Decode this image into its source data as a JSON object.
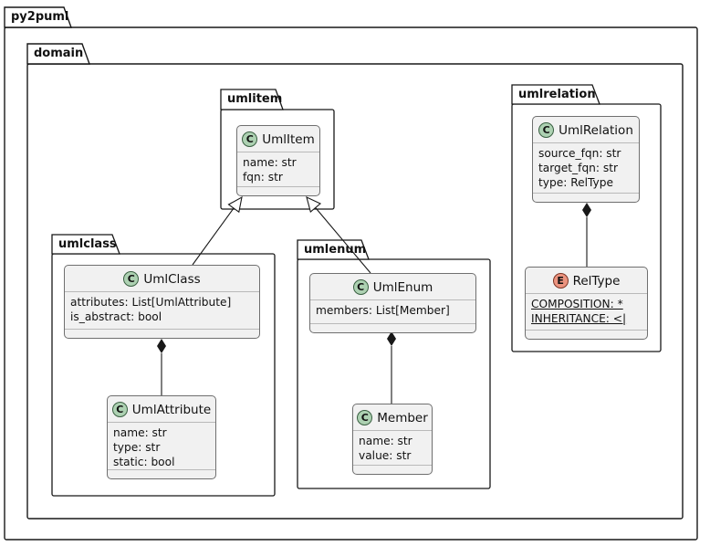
{
  "packages": {
    "root": "py2puml",
    "domain": "domain",
    "umlitem": "umlitem",
    "umlclass": "umlclass",
    "umlenum": "umlenum",
    "umlrelation": "umlrelation"
  },
  "classes": {
    "UmlItem": {
      "stereotype": "C",
      "name": "UmlItem",
      "attrs": [
        "name: str",
        "fqn: str"
      ]
    },
    "UmlClass": {
      "stereotype": "C",
      "name": "UmlClass",
      "attrs": [
        "attributes: List[UmlAttribute]",
        "is_abstract: bool"
      ]
    },
    "UmlAttribute": {
      "stereotype": "C",
      "name": "UmlAttribute",
      "attrs": [
        "name: str",
        "type: str",
        "static: bool"
      ]
    },
    "UmlEnum": {
      "stereotype": "C",
      "name": "UmlEnum",
      "attrs": [
        "members: List[Member]"
      ]
    },
    "Member": {
      "stereotype": "C",
      "name": "Member",
      "attrs": [
        "name: str",
        "value: str"
      ]
    },
    "UmlRelation": {
      "stereotype": "C",
      "name": "UmlRelation",
      "attrs": [
        "source_fqn: str",
        "target_fqn: str",
        "type: RelType"
      ]
    },
    "RelType": {
      "stereotype": "E",
      "name": "RelType",
      "attrs": [
        "COMPOSITION: *",
        "INHERITANCE: <|"
      ]
    }
  },
  "colors": {
    "class_icon_bg": "#ADD1B2",
    "enum_icon_bg": "#EB937F",
    "box_fill": "#F1F1F1",
    "line": "#181818"
  }
}
